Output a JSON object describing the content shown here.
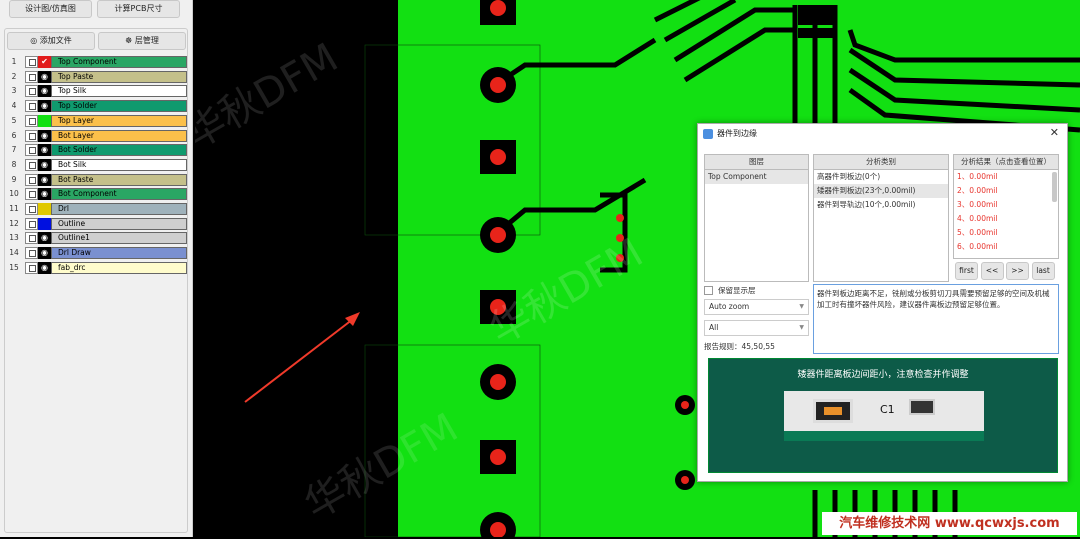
{
  "toolbar": {
    "design_sim": "设计图/仿真图",
    "calc_pcb": "计算PCB尺寸",
    "add_file": "◎ 添加文件",
    "layer_mgmt": "☸ 层管理"
  },
  "layers": [
    {
      "n": "1",
      "name": "Top Component",
      "bg": "#2aa664",
      "sw": "#e21b1b",
      "icon": "✔"
    },
    {
      "n": "2",
      "name": "Top Paste",
      "bg": "#c4c08a",
      "sw": "#000",
      "icon": "◉"
    },
    {
      "n": "3",
      "name": "Top Silk",
      "bg": "#ffffff",
      "sw": "#000",
      "icon": "◉"
    },
    {
      "n": "4",
      "name": "Top Solder",
      "bg": "#0f9a6e",
      "sw": "#000",
      "icon": "◉"
    },
    {
      "n": "5",
      "name": "Top Layer",
      "bg": "#fbc04a",
      "sw": "#11e011",
      "icon": ""
    },
    {
      "n": "6",
      "name": "Bot Layer",
      "bg": "#fbc04a",
      "sw": "#000",
      "icon": "◉"
    },
    {
      "n": "7",
      "name": "Bot Solder",
      "bg": "#0f9a6e",
      "sw": "#000",
      "icon": "◉"
    },
    {
      "n": "8",
      "name": "Bot Silk",
      "bg": "#ffffff",
      "sw": "#000",
      "icon": "◉"
    },
    {
      "n": "9",
      "name": "Bot Paste",
      "bg": "#c4c08a",
      "sw": "#000",
      "icon": "◉"
    },
    {
      "n": "10",
      "name": "Bot Component",
      "bg": "#2aa664",
      "sw": "#000",
      "icon": "◉"
    },
    {
      "n": "11",
      "name": "Drl",
      "bg": "#9fb2bb",
      "sw": "#e0c800",
      "icon": ""
    },
    {
      "n": "12",
      "name": "Outline",
      "bg": "#cfcfcf",
      "sw": "#0010e0",
      "icon": ""
    },
    {
      "n": "13",
      "name": "Outline1",
      "bg": "#cfcfcf",
      "sw": "#000",
      "icon": "◉"
    },
    {
      "n": "14",
      "name": "Drl Draw",
      "bg": "#7a90d0",
      "sw": "#000",
      "icon": "◉"
    },
    {
      "n": "15",
      "name": "fab_drc",
      "bg": "#fffccc",
      "sw": "#000",
      "icon": "◉"
    }
  ],
  "dialog": {
    "title": "器件到边缘",
    "close": "✕",
    "col_layer": "图层",
    "col_type": "分析类别",
    "col_result": "分析结果（点击查看位置）",
    "layer_items": [
      "Top Component"
    ],
    "type_items": [
      "高器件到板边(0个)",
      "矮器件到板边(23个,0.00mil)",
      "器件到导轨边(10个,0.00mil)"
    ],
    "results": [
      "1、0.00mil",
      "2、0.00mil",
      "3、0.00mil",
      "4、0.00mil",
      "5、0.00mil",
      "6、0.00mil"
    ],
    "nav": [
      "first",
      "<<",
      ">>",
      "last"
    ],
    "keep_layer": "保留显示层",
    "zoom_select": "Auto zoom",
    "filter_select": "All",
    "report_rule": "报告规则：45,50,55",
    "description": "器件到板边距离不足，铣削或分板剪切刀具需要预留足够的空间及机械加工时有撞坏器件风险，建议器件离板边预留足够位置。",
    "image_caption": "矮器件距离板边间距小，注意检查并作调整",
    "image_label": "C1"
  },
  "watermark": "华秋DFM",
  "site_banner": "汽车维修技术网 www.qcwxjs.com"
}
